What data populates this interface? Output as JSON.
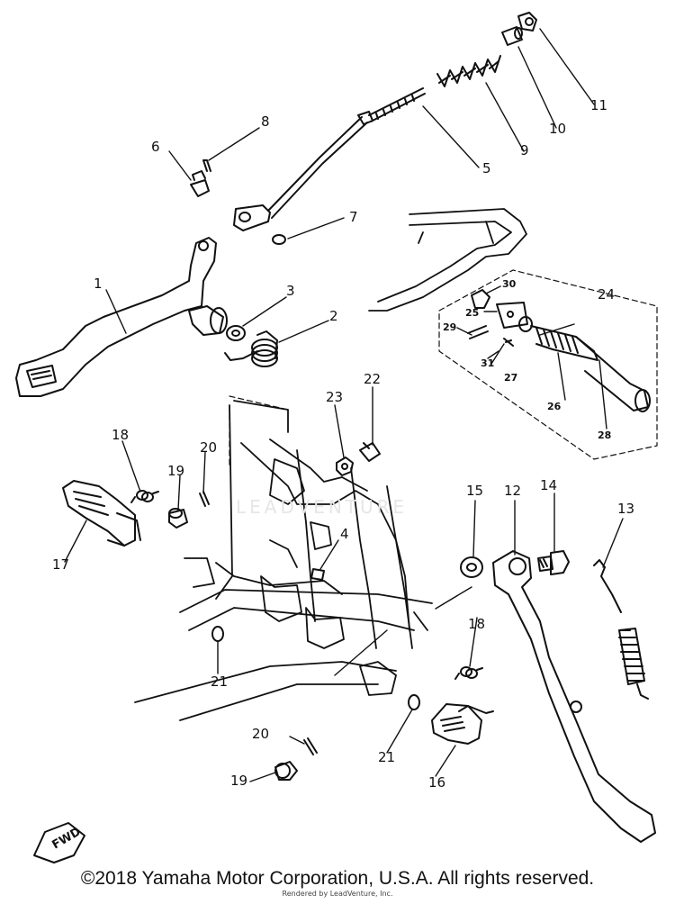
{
  "diagram": {
    "labels": [
      {
        "id": "1",
        "text": "1"
      },
      {
        "id": "2",
        "text": "2"
      },
      {
        "id": "3",
        "text": "3"
      },
      {
        "id": "4",
        "text": "4"
      },
      {
        "id": "5",
        "text": "5"
      },
      {
        "id": "6",
        "text": "6"
      },
      {
        "id": "7",
        "text": "7"
      },
      {
        "id": "8",
        "text": "8"
      },
      {
        "id": "9",
        "text": "9"
      },
      {
        "id": "10",
        "text": "10"
      },
      {
        "id": "11",
        "text": "11"
      },
      {
        "id": "12",
        "text": "12"
      },
      {
        "id": "13",
        "text": "13"
      },
      {
        "id": "14",
        "text": "14"
      },
      {
        "id": "15",
        "text": "15"
      },
      {
        "id": "16",
        "text": "16"
      },
      {
        "id": "17",
        "text": "17"
      },
      {
        "id": "18a",
        "text": "18"
      },
      {
        "id": "18b",
        "text": "18"
      },
      {
        "id": "19a",
        "text": "19"
      },
      {
        "id": "19b",
        "text": "19"
      },
      {
        "id": "20a",
        "text": "20"
      },
      {
        "id": "20b",
        "text": "20"
      },
      {
        "id": "21a",
        "text": "21"
      },
      {
        "id": "21b",
        "text": "21"
      },
      {
        "id": "22",
        "text": "22"
      },
      {
        "id": "23",
        "text": "23"
      },
      {
        "id": "24",
        "text": "24"
      },
      {
        "id": "25",
        "text": "25"
      },
      {
        "id": "26",
        "text": "26"
      },
      {
        "id": "27",
        "text": "27"
      },
      {
        "id": "28",
        "text": "28"
      },
      {
        "id": "29",
        "text": "29"
      },
      {
        "id": "30",
        "text": "30"
      },
      {
        "id": "31",
        "text": "31"
      }
    ],
    "fwd_text": "FWD",
    "watermark": "LEADVENTURE"
  },
  "footer": {
    "copyright": "©2018 Yamaha Motor Corporation, U.S.A. All rights reserved.",
    "rendered_by": "Rendered by LeadVenture, Inc."
  }
}
